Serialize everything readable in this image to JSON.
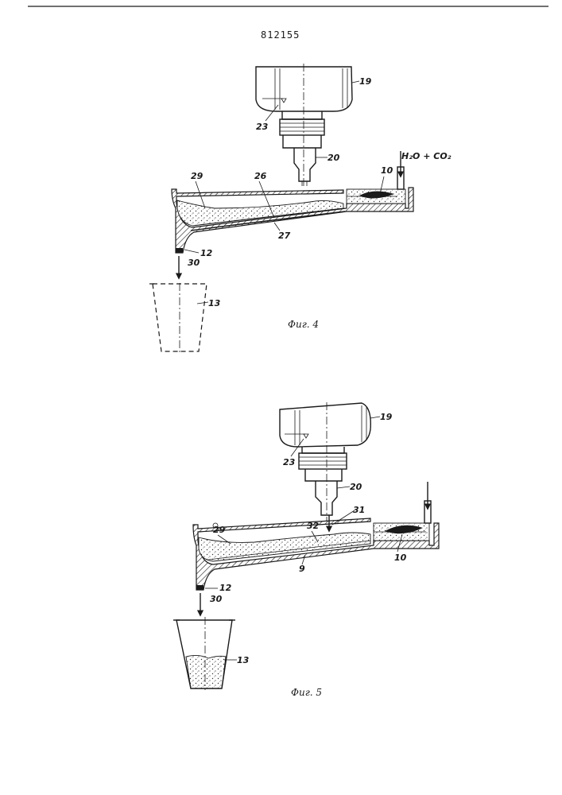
{
  "patent_number": "812155",
  "figure4": {
    "caption": "Фиг. 4",
    "labels": {
      "l19": "19",
      "l23": "23",
      "l20": "20",
      "l29": "29",
      "l26": "26",
      "l27": "27",
      "l10": "10",
      "l12": "12",
      "l30": "30",
      "l13": "13"
    },
    "input_label": "H₂O + CO₂"
  },
  "figure5": {
    "caption": "Фиг. 5",
    "labels": {
      "l19": "19",
      "l23": "23",
      "l20": "20",
      "l31": "31",
      "l29": "29",
      "l32": "32",
      "l9": "9",
      "l10": "10",
      "l12": "12",
      "l30": "30",
      "l13": "13"
    }
  }
}
